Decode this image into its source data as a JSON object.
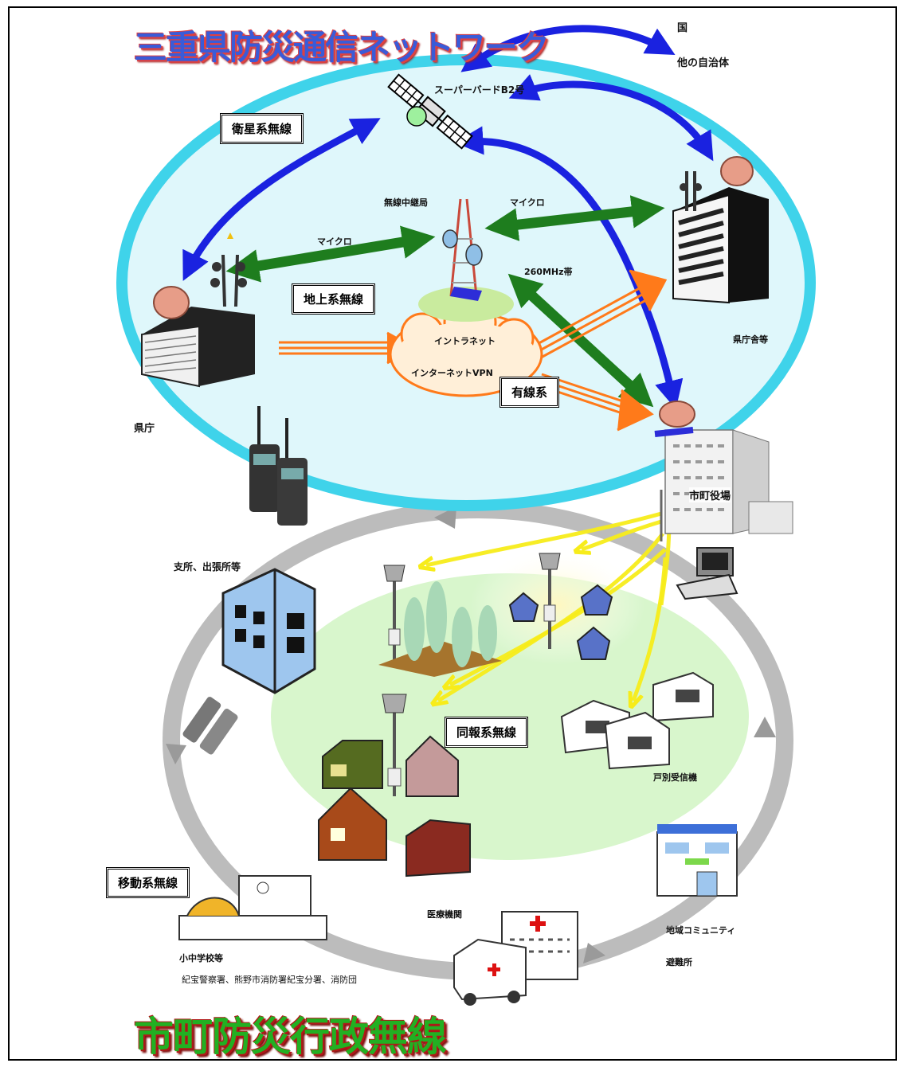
{
  "titles": {
    "prefecture_network": "三重県防災通信ネットワーク",
    "municipal_radio": "市町防災行政無線"
  },
  "external": {
    "national": "国",
    "other_municipalities": "他の自治体"
  },
  "satellite": {
    "label": "スーパーバードB2号"
  },
  "boxed_labels": {
    "satellite_radio": "衛星系無線",
    "terrestrial_radio": "地上系無線",
    "wired": "有線系",
    "simultaneous_broadcast": "同報系無線",
    "mobile_radio": "移動系無線"
  },
  "links": {
    "microwave_left": "マイクロ",
    "microwave_right": "マイクロ",
    "band_260": "260MHz帯"
  },
  "nodes": {
    "relay_station": "無線中継局",
    "intranet": "イントラネット",
    "internet_vpn": "インターネットVPN",
    "prefectural_office": "県庁",
    "prefectural_offices_etc": "県庁舎等",
    "city_hall": "市町役場",
    "branch_offices": "支所、出張所等",
    "household_receivers": "戸別受信機",
    "medical": "医療機関",
    "community": "地域コミュニティ",
    "shelter": "避難所",
    "schools": "小中学校等",
    "police_fire": "紀宝警察署、熊野市消防署紀宝分署、消防団"
  },
  "colors": {
    "sky_ellipse": "#dff7fb",
    "sky_ring": "#3fd3ea",
    "blue_arrow": "#1a22e0",
    "green_arrow": "#1e7d1e",
    "orange_arrow": "#ff7a1a",
    "yellow_arrow": "#fff23a",
    "green_area": "#d6f5c8",
    "gray_ring": "#b9b9b9"
  },
  "icons": [
    "satellite-icon",
    "radio-tower-icon",
    "building-icon",
    "cloud-icon",
    "walkie-talkie-icon",
    "speaker-pole-icon",
    "house-icon",
    "receiver-icon",
    "telephone-icon",
    "hospital-icon",
    "school-icon",
    "ambulance-icon"
  ]
}
